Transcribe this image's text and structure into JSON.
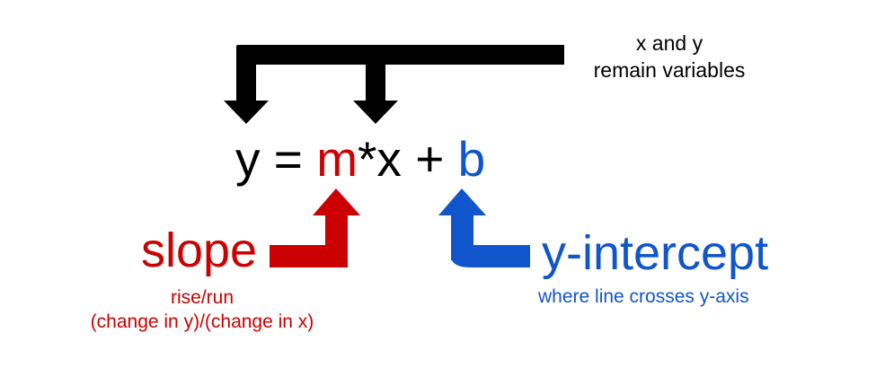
{
  "note": {
    "line1": "x and y",
    "line2": "remain variables"
  },
  "equation": {
    "y": "y",
    "eq": " = ",
    "m": "m",
    "times_x": "*x + ",
    "b": "b"
  },
  "slope": {
    "title": "slope",
    "sub1": "rise/run",
    "sub2": "(change in y)/(change in x)"
  },
  "intercept": {
    "title": "y-intercept",
    "sub": "where line crosses y-axis"
  },
  "colors": {
    "black": "#000000",
    "red": "#cc0000",
    "blue": "#1155cc"
  }
}
